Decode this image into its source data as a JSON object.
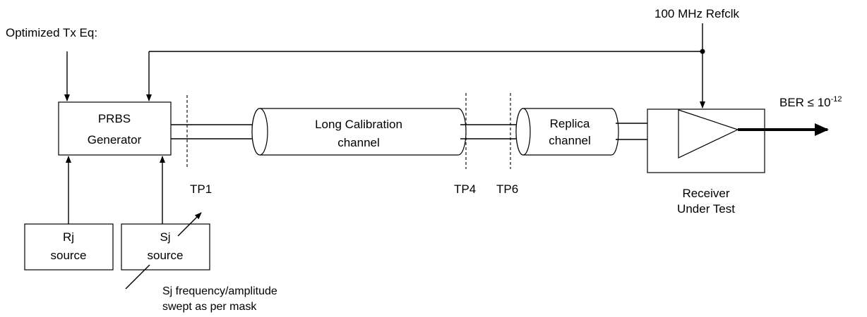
{
  "labels": {
    "optimized_tx_eq": "Optimized Tx Eq:",
    "refclk": "100 MHz Refclk",
    "ber_prefix": "BER ≤ 10",
    "ber_exponent": "-12",
    "prbs_line1": "PRBS",
    "prbs_line2": "Generator",
    "long_cal_line1": "Long Calibration",
    "long_cal_line2": "channel",
    "replica_line1": "Replica",
    "replica_line2": "channel",
    "receiver_line1": "Receiver",
    "receiver_line2": "Under Test",
    "rj_line1": "Rj",
    "rj_line2": "source",
    "sj_line1": "Sj",
    "sj_line2": "source",
    "sweep_line1": "Sj frequency/amplitude",
    "sweep_line2": "swept as per mask",
    "tp1": "TP1",
    "tp4": "TP4",
    "tp6": "TP6"
  }
}
